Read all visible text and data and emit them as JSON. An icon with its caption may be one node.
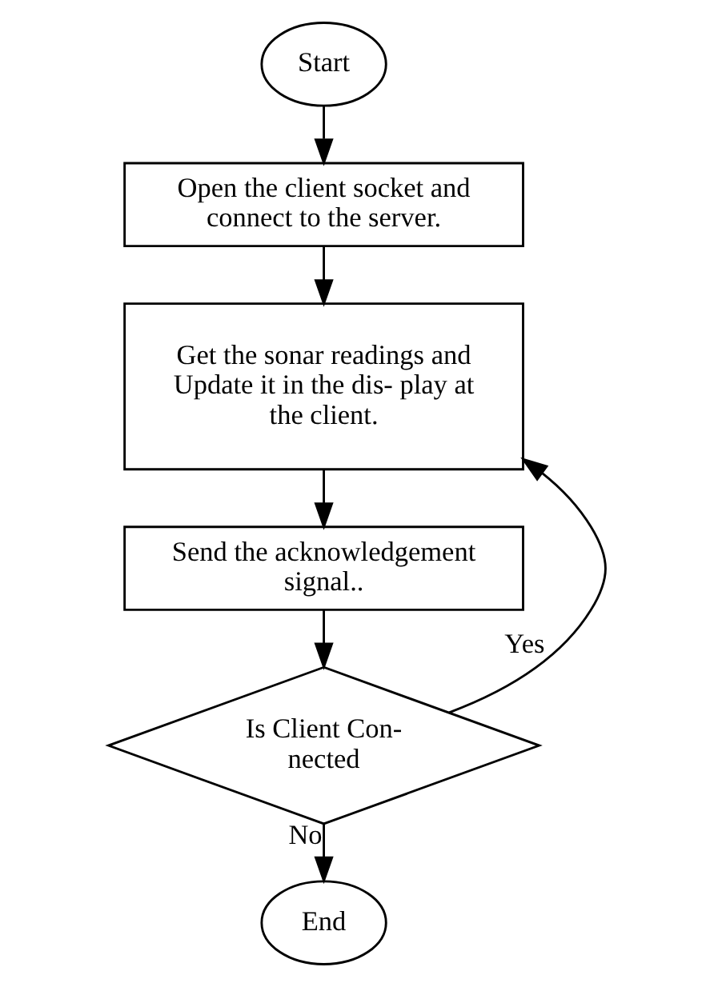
{
  "diagram": {
    "nodes": [
      {
        "text": [
          "Start"
        ]
      },
      {
        "text": [
          "Open the client socket and connect to the server."
        ]
      },
      {
        "text": [
          "Get the sonar readings and Update it in the dis- play at the client."
        ]
      },
      {
        "text": [
          "Send the acknowledgement signal.."
        ]
      },
      {
        "text": [
          "Is Client Con- nected"
        ]
      },
      {
        "text": [
          "End"
        ]
      }
    ],
    "edges": [
      {
        "from": 0,
        "to": 1,
        "arrow": "to"
      },
      {
        "from": 1,
        "to": 2,
        "arrow": "to"
      },
      {
        "from": 2,
        "to": 3,
        "arrow": "to"
      },
      {
        "from": 3,
        "to": 4,
        "arrow": "to"
      },
      {
        "from": 4,
        "to": 2,
        "arrow": "to",
        "label": "Yes"
      },
      {
        "from": 4,
        "to": 5,
        "arrow": "to",
        "label": "No"
      }
    ]
  }
}
